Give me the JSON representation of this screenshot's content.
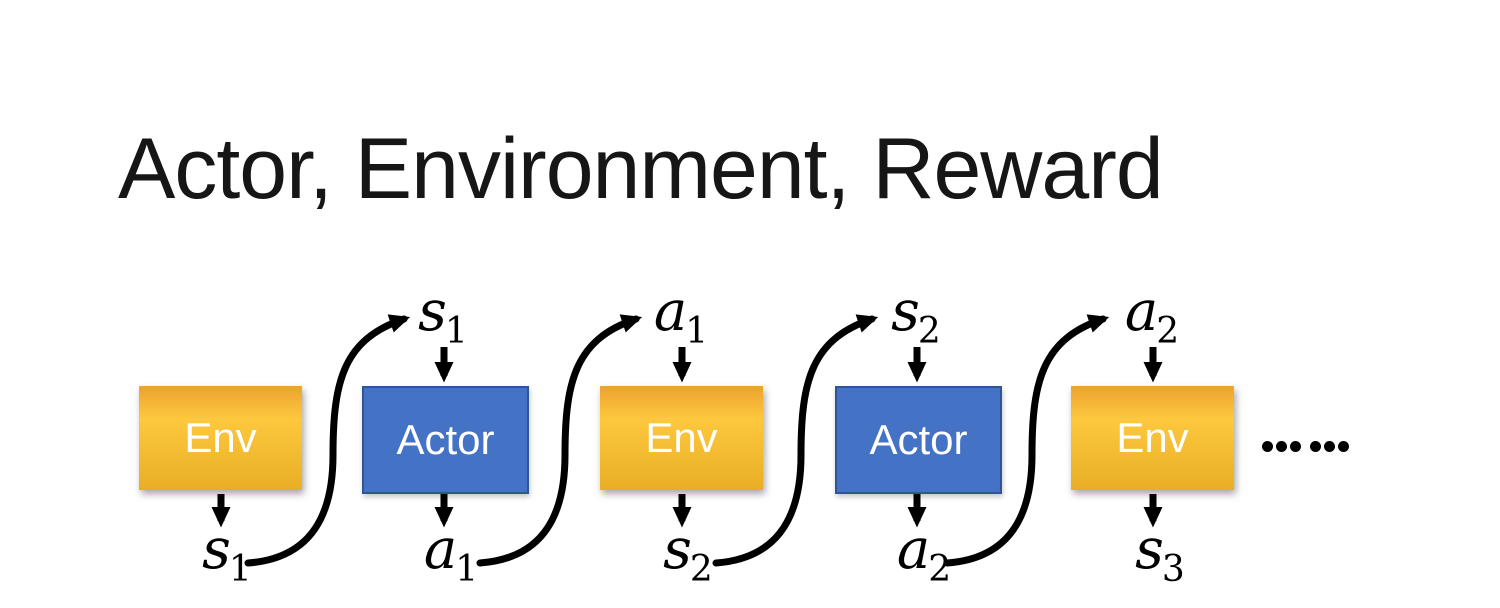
{
  "slide": {
    "title": "Actor, Environment, Reward"
  },
  "colors": {
    "env_gradient_top": "#eda22f",
    "env_gradient_mid": "#fdc83e",
    "env_gradient_bottom": "#e8ae26",
    "actor_fill": "#4472c4",
    "actor_border": "#2f5597",
    "box_text": "#ffffff",
    "arrow": "#000000",
    "label_text": "#000000"
  },
  "diagram": {
    "boxes": [
      {
        "label": "Env",
        "type": "env"
      },
      {
        "label": "Actor",
        "type": "actor"
      },
      {
        "label": "Env",
        "type": "env"
      },
      {
        "label": "Actor",
        "type": "actor"
      },
      {
        "label": "Env",
        "type": "env"
      }
    ],
    "top_labels": [
      {
        "base": "s",
        "sub": "1"
      },
      {
        "base": "a",
        "sub": "1"
      },
      {
        "base": "s",
        "sub": "2"
      },
      {
        "base": "a",
        "sub": "2"
      }
    ],
    "bottom_labels": [
      {
        "base": "s",
        "sub": "1"
      },
      {
        "base": "a",
        "sub": "1"
      },
      {
        "base": "s",
        "sub": "2"
      },
      {
        "base": "a",
        "sub": "2"
      },
      {
        "base": "s",
        "sub": "3"
      }
    ],
    "ellipsis": "……"
  }
}
